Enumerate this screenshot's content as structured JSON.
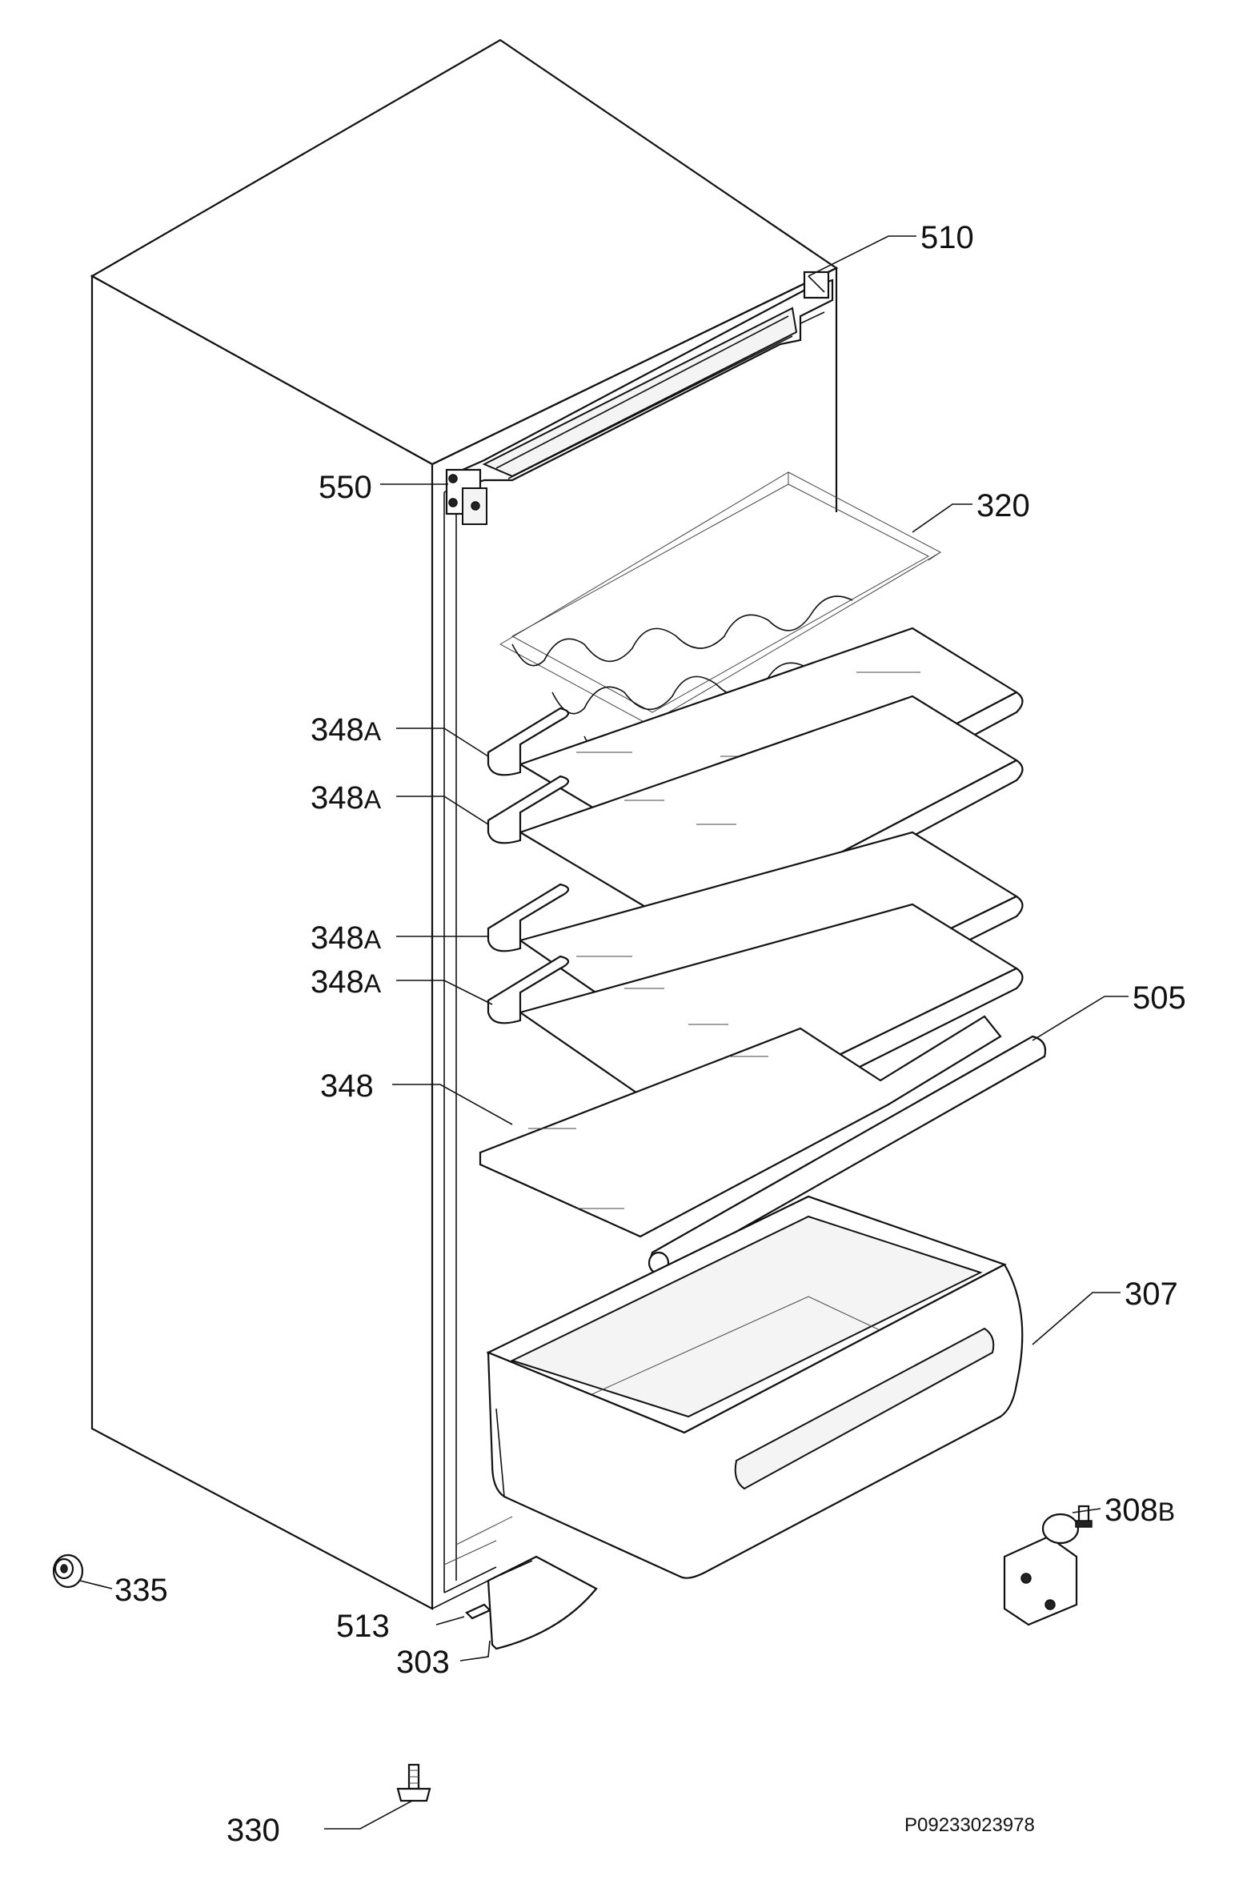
{
  "diagram": {
    "drawing_code": "P09233023978",
    "callouts": [
      {
        "key": "510",
        "number": "510",
        "suffix": ""
      },
      {
        "key": "550",
        "number": "550",
        "suffix": ""
      },
      {
        "key": "320",
        "number": "320",
        "suffix": ""
      },
      {
        "key": "348A_1",
        "number": "348",
        "suffix": "A"
      },
      {
        "key": "348A_2",
        "number": "348",
        "suffix": "A"
      },
      {
        "key": "348A_3",
        "number": "348",
        "suffix": "A"
      },
      {
        "key": "348A_4",
        "number": "348",
        "suffix": "A"
      },
      {
        "key": "348",
        "number": "348",
        "suffix": ""
      },
      {
        "key": "505",
        "number": "505",
        "suffix": ""
      },
      {
        "key": "307",
        "number": "307",
        "suffix": ""
      },
      {
        "key": "308B",
        "number": "308",
        "suffix": "B"
      },
      {
        "key": "335",
        "number": "335",
        "suffix": ""
      },
      {
        "key": "513",
        "number": "513",
        "suffix": ""
      },
      {
        "key": "303",
        "number": "303",
        "suffix": ""
      },
      {
        "key": "330",
        "number": "330",
        "suffix": ""
      }
    ]
  }
}
